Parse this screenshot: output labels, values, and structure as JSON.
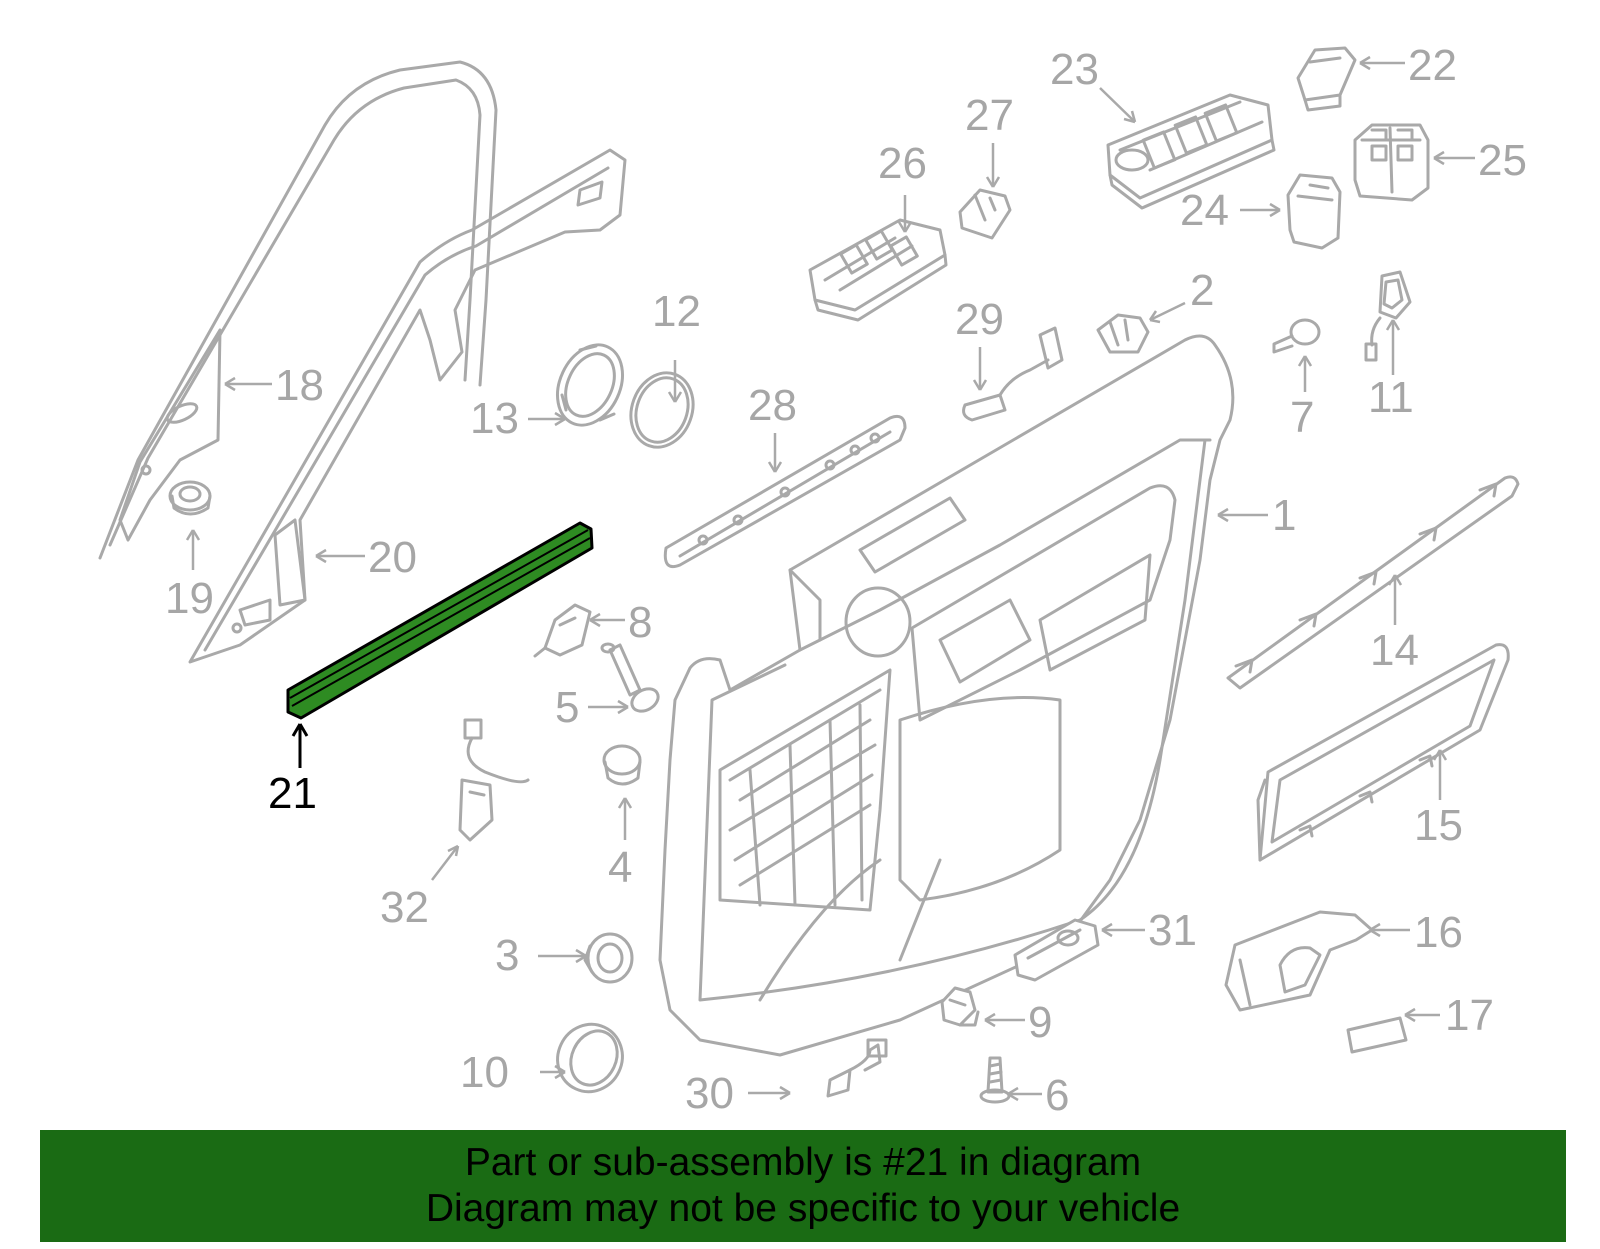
{
  "callouts": {
    "c1": "1",
    "c2": "2",
    "c3": "3",
    "c4": "4",
    "c5": "5",
    "c6": "6",
    "c7": "7",
    "c8": "8",
    "c9": "9",
    "c10": "10",
    "c11": "11",
    "c12": "12",
    "c13": "13",
    "c14": "14",
    "c15": "15",
    "c16": "16",
    "c17": "17",
    "c18": "18",
    "c19": "19",
    "c20": "20",
    "c21": "21",
    "c22": "22",
    "c23": "23",
    "c24": "24",
    "c25": "25",
    "c26": "26",
    "c27": "27",
    "c28": "28",
    "c29": "29",
    "c30": "30",
    "c31": "31",
    "c32": "32"
  },
  "highlight": {
    "part_number": "21",
    "color": "#2e8b22"
  },
  "banner": {
    "line1": "Part or sub-assembly is #21 in diagram",
    "line2": "Diagram may not be specific to your vehicle",
    "background": "#1a6b14"
  }
}
